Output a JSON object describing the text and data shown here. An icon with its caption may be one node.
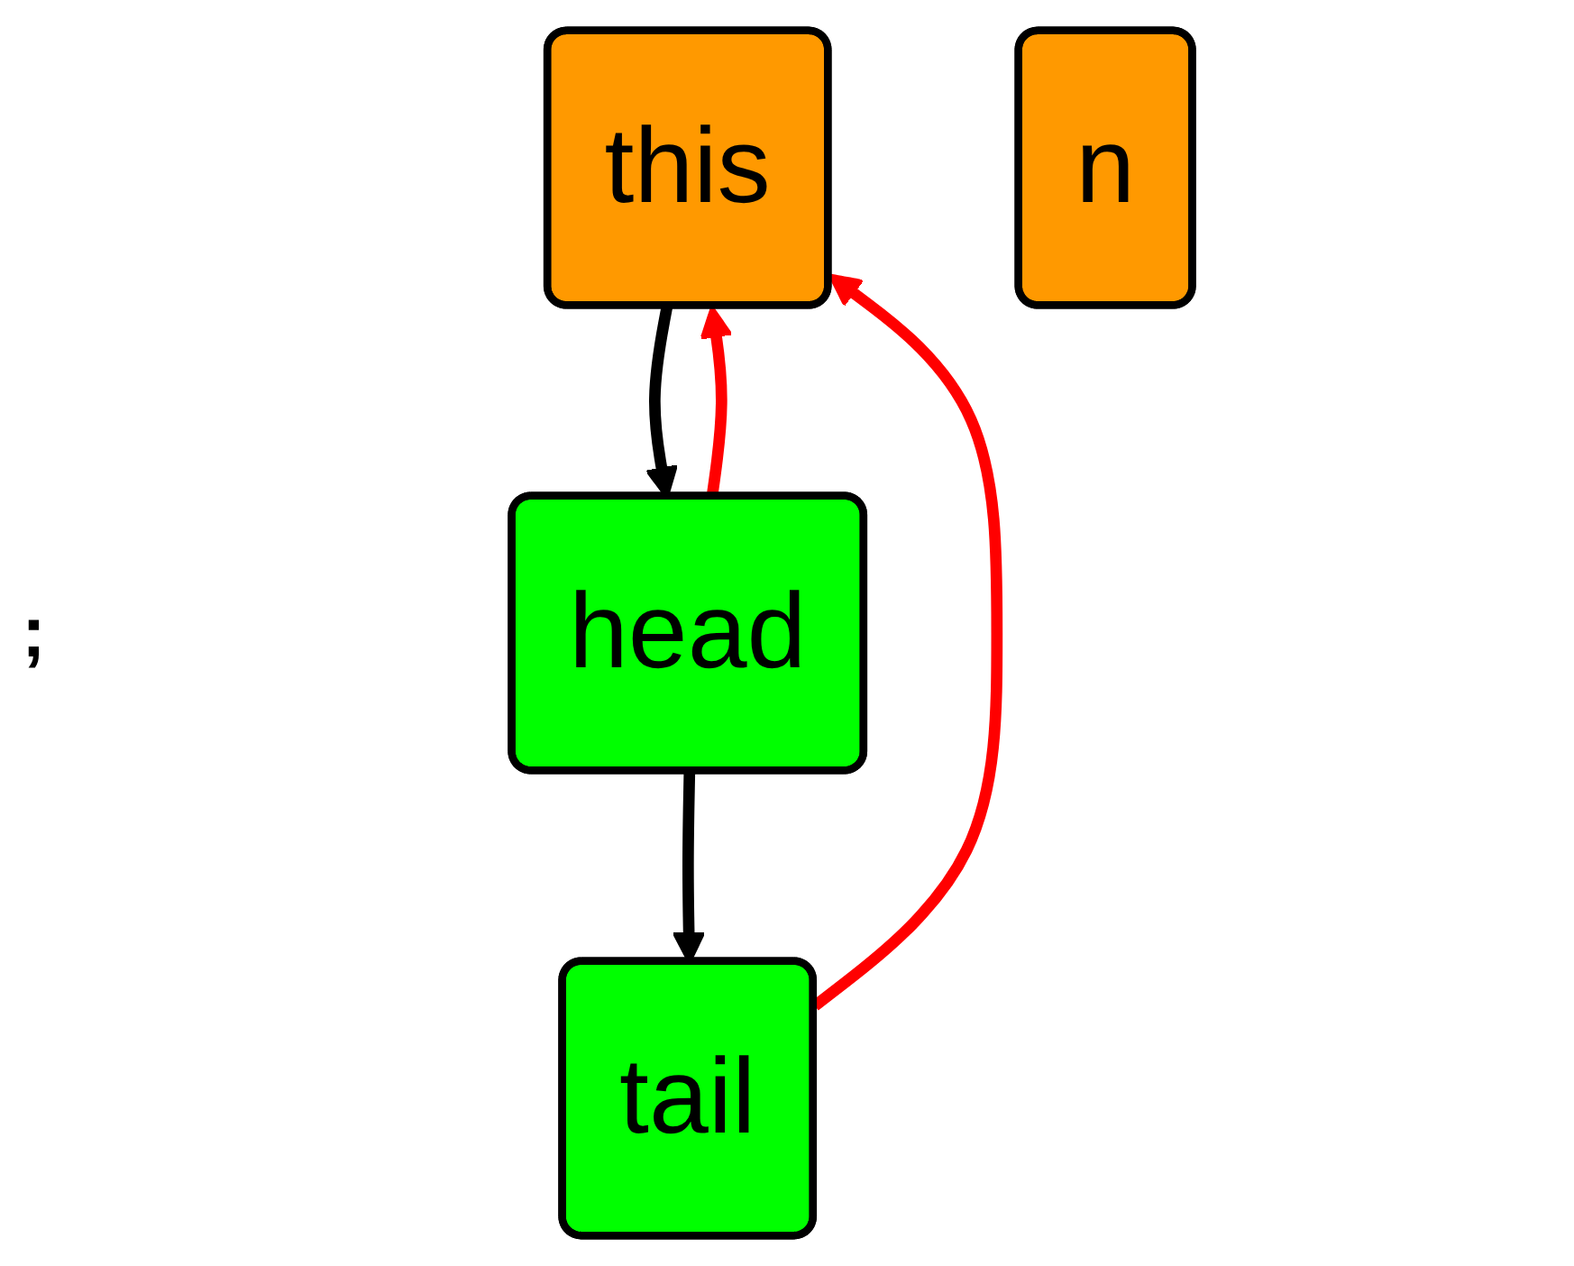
{
  "diagram": {
    "nodes": [
      {
        "text": [
          "this"
        ]
      },
      {
        "text": [
          "n"
        ]
      },
      {
        "text": [
          "head"
        ]
      },
      {
        "text": [
          "tail"
        ]
      }
    ],
    "edges": [
      {
        "from": 0,
        "to": 2,
        "arrow": "to"
      },
      {
        "from": 2,
        "to": 0,
        "arrow": "to",
        "color": "#ff0000"
      },
      {
        "from": 3,
        "to": 0,
        "arrow": "to",
        "color": "#ff0000"
      },
      {
        "from": 2,
        "to": 3,
        "arrow": "to"
      }
    ],
    "labels": [
      ";"
    ]
  }
}
